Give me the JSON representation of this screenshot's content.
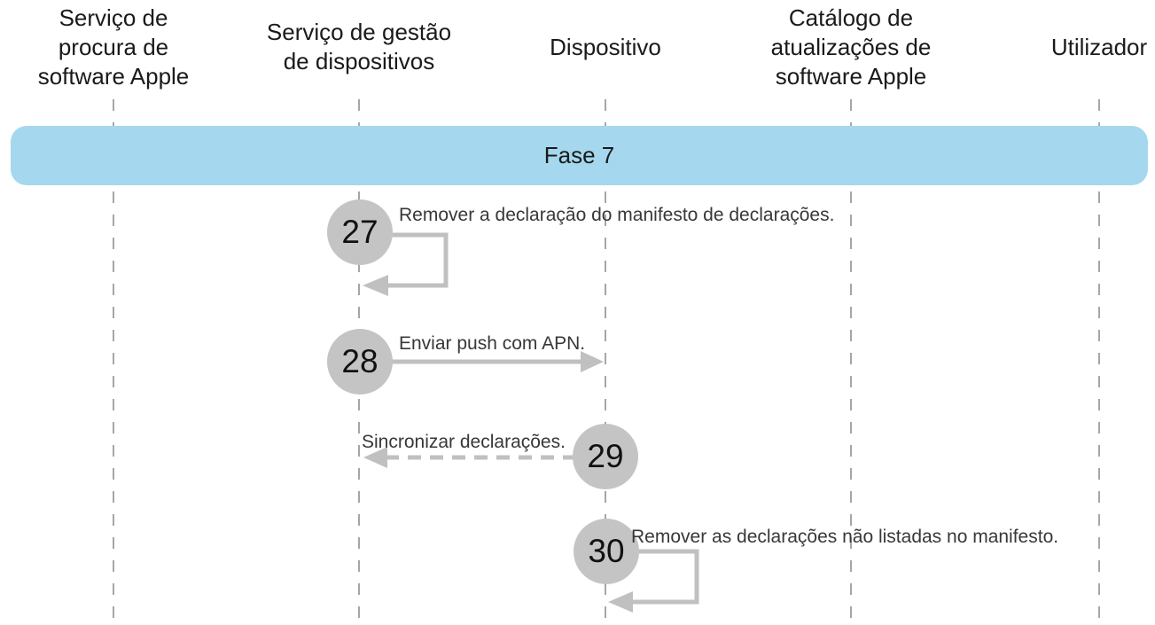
{
  "diagram": {
    "phase": {
      "label": "Fase 7"
    },
    "lifelines": [
      {
        "id": "servico-procura-software-apple",
        "label": "Serviço de\nprocura de\nsoftware Apple"
      },
      {
        "id": "servico-gestao-dispositivos",
        "label": "Serviço de gestão\nde dispositivos"
      },
      {
        "id": "dispositivo",
        "label": "Dispositivo"
      },
      {
        "id": "catalogo-atualizacoes-software-apple",
        "label": "Catálogo de\natualizações de\nsoftware Apple"
      },
      {
        "id": "utilizador",
        "label": "Utilizador"
      }
    ],
    "steps": [
      {
        "number": "27",
        "label": "Remover a declaração do manifesto de declarações.",
        "arrow": "self-loop",
        "from": "servico-gestao-dispositivos",
        "to": "servico-gestao-dispositivos"
      },
      {
        "number": "28",
        "label": "Enviar push com APN.",
        "arrow": "solid",
        "from": "servico-gestao-dispositivos",
        "to": "dispositivo"
      },
      {
        "number": "29",
        "label": "Sincronizar declarações.",
        "arrow": "dashed",
        "from": "dispositivo",
        "to": "servico-gestao-dispositivos"
      },
      {
        "number": "30",
        "label": "Remover as declarações não listadas no manifesto.",
        "arrow": "self-loop",
        "from": "dispositivo",
        "to": "dispositivo"
      }
    ],
    "colors": {
      "phase_band": "#a5d8ee",
      "step_circle": "#c4c4c4",
      "arrow": "#c0c0c0",
      "lifeline": "#a6a6a6",
      "text": "#1a1a1a"
    }
  }
}
